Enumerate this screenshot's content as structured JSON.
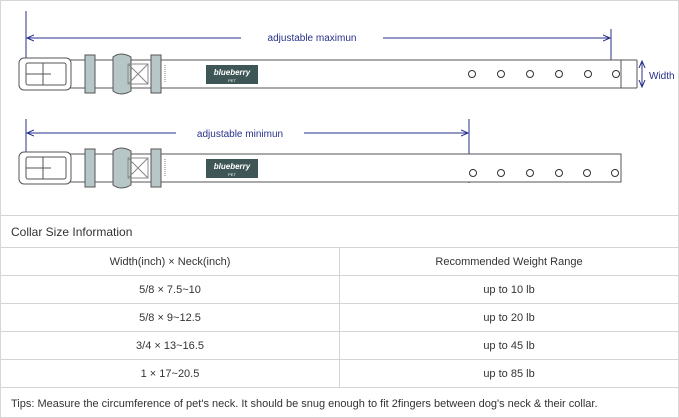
{
  "diagram": {
    "max_label": "adjustable maximun",
    "min_label": "adjustable minimun",
    "width_label": "Width",
    "brand_logo": "blueberry PET",
    "colors": {
      "arrow": "#27308a",
      "logo_bg": "#3f5656",
      "loop": "#b7c6c6"
    }
  },
  "table": {
    "title": "Collar Size Information",
    "headers": [
      "Width(inch)  ×  Neck(inch)",
      "Recommended Weight Range"
    ],
    "rows": [
      [
        "5/8 × 7.5~10",
        "up to 10 lb"
      ],
      [
        "5/8 × 9~12.5",
        "up to 20 lb"
      ],
      [
        "3/4 × 13~16.5",
        "up to 45 lb"
      ],
      [
        "1 × 17~20.5",
        "up to 85 lb"
      ]
    ],
    "tips": "Tips: Measure the circumference of pet's neck. It should be snug enough to fit 2fingers between dog's neck & their collar."
  }
}
